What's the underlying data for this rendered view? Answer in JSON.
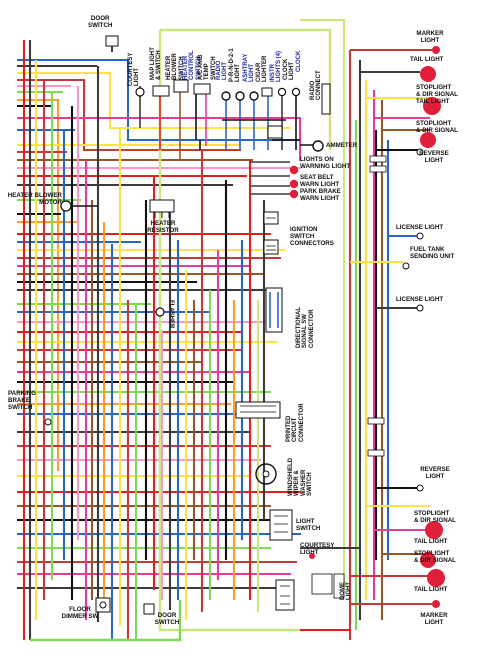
{
  "colors": {
    "background": "#ffffff",
    "lamp_red": "#e0203a",
    "label_text": "#111111",
    "label_blue": "#1f2a9e"
  },
  "labels": {
    "door_switch_top": "DOOR\nSWITCH",
    "courtesy_light_top": "COURTESY\nLIGHT",
    "map_light_switch": "MAP LIGHT\n& SWITCH",
    "heater_blower_switch": "HEATER\nBLOWER\nSWITCH",
    "heater_control_switch": "HEATER\nCONTROL\nSWITCH",
    "ac_amb_temp_switch": "A/C AMB\nTEMP\nSWITCH",
    "radio_light": "RADIO\nLIGHT",
    "prnd21_light": "P-R-N-D-2-1\nLIGHT",
    "ashtray_light": "ASHTRAY\nLIGHT",
    "cigar_lighter": "CIGAR\nLIGHTER",
    "instr_lights": "INSTR\nLIGHTS (4)",
    "clock_light": "CLOCK\nLIGHT",
    "clock": "CLOCK",
    "radio_connect": "RADIO\nCONNECT",
    "ammeter": "AMMETER",
    "lights_on_warning": "LIGHTS ON\nWARNING LIGHT",
    "seat_belt_warn": "SEAT BELT\nWARN LIGHT",
    "park_brake_warn": "PARK BRAKE\nWARN LIGHT",
    "heater_blower_motor": "HEATER BLOWER\nMOTOR",
    "heater_resistor": "HEATER\nRESISTOR",
    "ignition_switch_connectors": "IGNITION\nSWITCH\nCONNECTORS",
    "flasher": "FLASHER",
    "directional_signal_sw_connector": "DIRECTIONAL\nSIGNAL SW\nCONNECTOR",
    "parking_brake_switch": "PARKING\nBRAKE\nSWITCH",
    "printed_circuit_connector": "PRINTED\nCIRCUIT\nCONNECTOR",
    "windshield_wiper_washer_switch": "WINDSHIELD\nWIPER &\nWASHER\nSWITCH",
    "light_switch": "LIGHT\nSWITCH",
    "courtesy_light_bottom": "COURTESY\nLIGHT",
    "floor_dimmer_sw": "FLOOR\nDIMMER SW",
    "door_switch_bottom": "DOOR\nSWITCH",
    "dome_light": "DOME\nLIGHT",
    "marker_light_top": "MARKER\nLIGHT",
    "tail_light_top": "TAIL LIGHT",
    "stoplight_dir_tail_top": "STOPLIGHT\n& DIR SIGNAL\nTAIL LIGHT",
    "stoplight_dir_top": "STOPLIGHT\n& DIR SIGNAL",
    "reverse_light_top": "REVERSE\nLIGHT",
    "license_light_top": "LICENSE LIGHT",
    "fuel_tank_sending_unit": "FUEL TANK\nSENDING UNIT",
    "license_light_bottom": "LICENSE LIGHT",
    "reverse_light_bottom": "REVERSE\nLIGHT",
    "stoplight_dir_bottom": "STOPLIGHT\n& DIR SIGNAL",
    "tail_light_bottom": "TAIL LIGHT",
    "stoplight_dir_bottom2": "STOPLIGHT\n& DIR SIGNAL",
    "tail_light_bottom2": "TAIL LIGHT",
    "marker_light_bottom": "MARKER\nLIGHT"
  }
}
